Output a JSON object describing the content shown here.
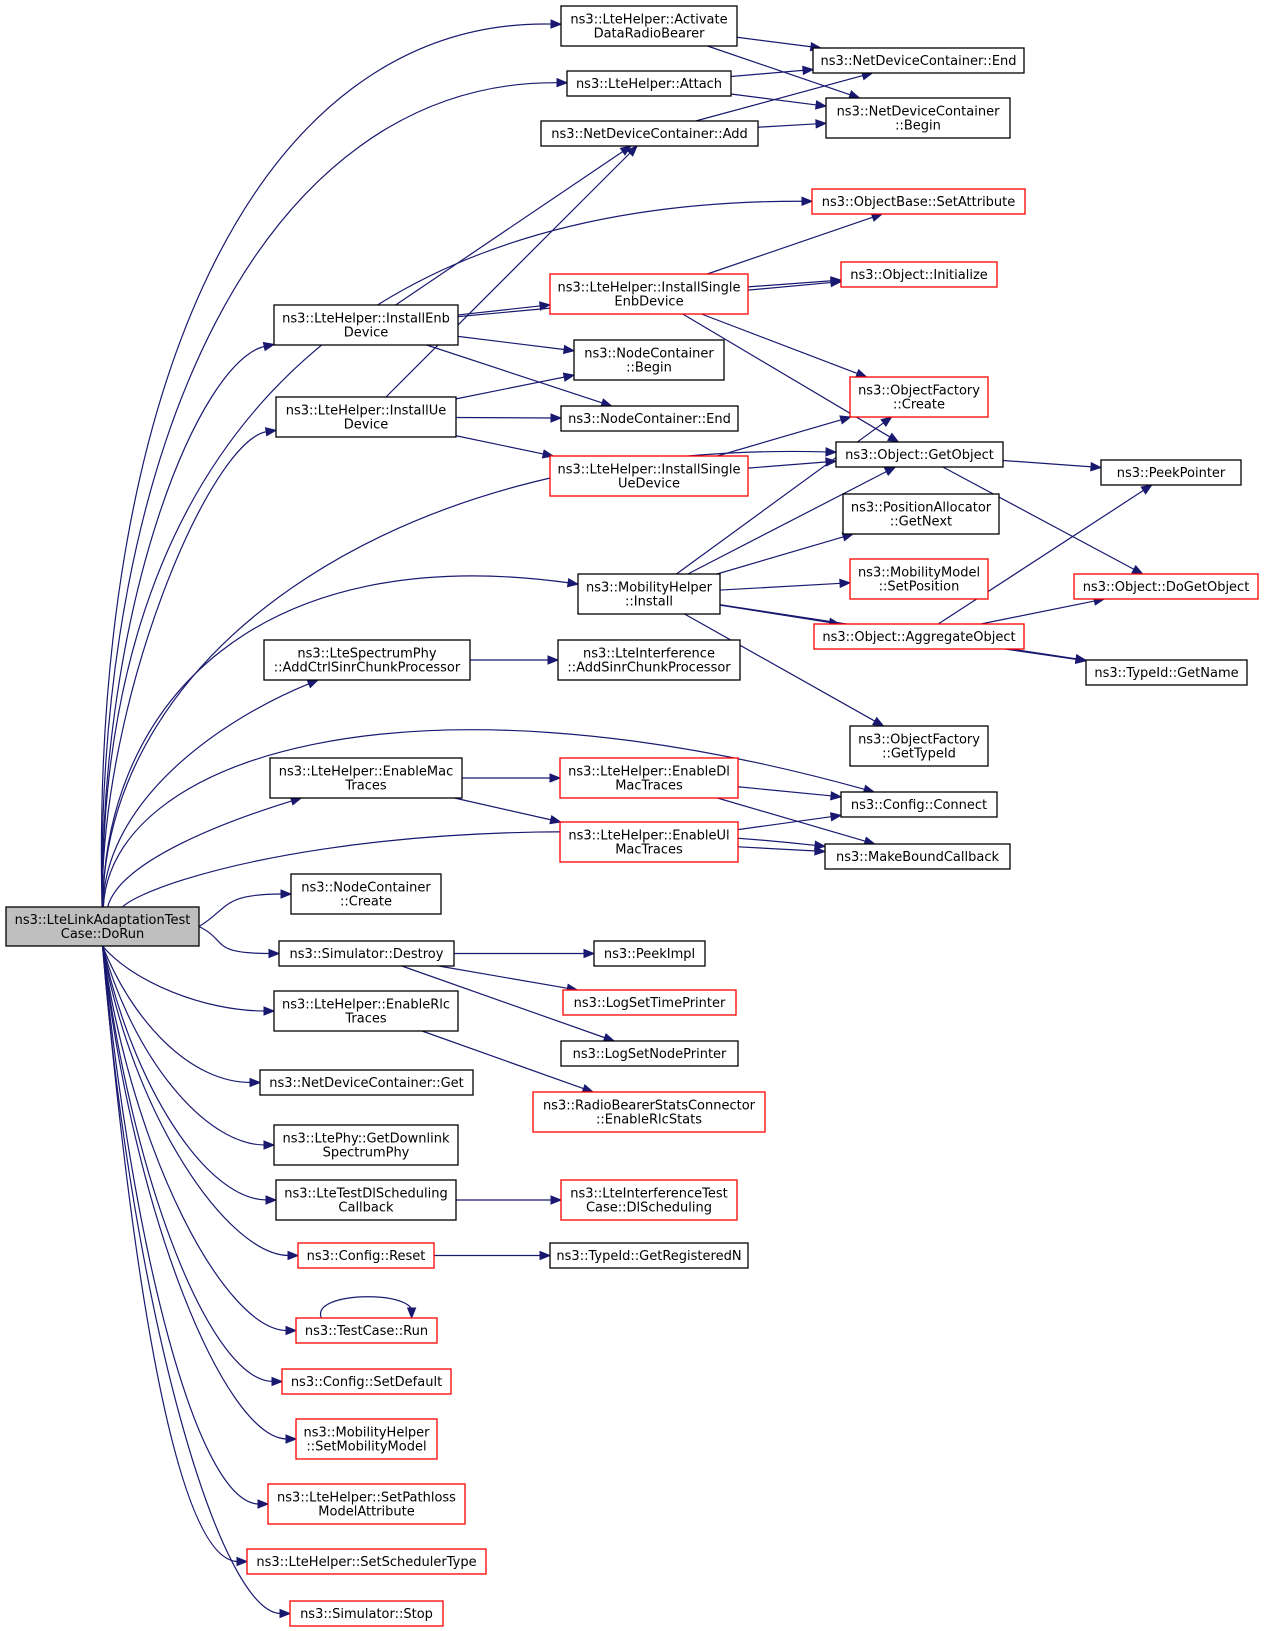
{
  "colors": {
    "edge": "#191970",
    "border_normal": "#000000",
    "border_truncated": "#ff0000",
    "root_fill": "#bfbfbf"
  },
  "nodes": {
    "root": {
      "lines": [
        "ns3::LteLinkAdaptationTest",
        "Case::DoRun"
      ],
      "style": "root"
    },
    "activate": {
      "lines": [
        "ns3::LteHelper::Activate",
        "DataRadioBearer"
      ],
      "style": "normal"
    },
    "attach": {
      "lines": [
        "ns3::LteHelper::Attach"
      ],
      "style": "normal"
    },
    "ndcAdd": {
      "lines": [
        "ns3::NetDeviceContainer::Add"
      ],
      "style": "normal"
    },
    "ndcEnd": {
      "lines": [
        "ns3::NetDeviceContainer::End"
      ],
      "style": "normal"
    },
    "ndcBegin": {
      "lines": [
        "ns3::NetDeviceContainer",
        "::Begin"
      ],
      "style": "normal"
    },
    "setAttr": {
      "lines": [
        "ns3::ObjectBase::SetAttribute"
      ],
      "style": "truncated"
    },
    "initialize": {
      "lines": [
        "ns3::Object::Initialize"
      ],
      "style": "truncated"
    },
    "installEnb": {
      "lines": [
        "ns3::LteHelper::InstallEnb",
        "Device"
      ],
      "style": "normal"
    },
    "installSingleEnb": {
      "lines": [
        "ns3::LteHelper::InstallSingle",
        "EnbDevice"
      ],
      "style": "truncated"
    },
    "ncBegin": {
      "lines": [
        "ns3::NodeContainer",
        "::Begin"
      ],
      "style": "normal"
    },
    "ofCreate": {
      "lines": [
        "ns3::ObjectFactory",
        "::Create"
      ],
      "style": "truncated"
    },
    "installUe": {
      "lines": [
        "ns3::LteHelper::InstallUe",
        "Device"
      ],
      "style": "normal"
    },
    "ncEnd": {
      "lines": [
        "ns3::NodeContainer::End"
      ],
      "style": "normal"
    },
    "getObject": {
      "lines": [
        "ns3::Object::GetObject"
      ],
      "style": "normal"
    },
    "peekPointer": {
      "lines": [
        "ns3::PeekPointer"
      ],
      "style": "normal"
    },
    "installSingleUe": {
      "lines": [
        "ns3::LteHelper::InstallSingle",
        "UeDevice"
      ],
      "style": "truncated"
    },
    "posGetNext": {
      "lines": [
        "ns3::PositionAllocator",
        "::GetNext"
      ],
      "style": "normal"
    },
    "mobInstall": {
      "lines": [
        "ns3::MobilityHelper",
        "::Install"
      ],
      "style": "normal"
    },
    "mmSetPos": {
      "lines": [
        "ns3::MobilityModel",
        "::SetPosition"
      ],
      "style": "truncated"
    },
    "doGetObject": {
      "lines": [
        "ns3::Object::DoGetObject"
      ],
      "style": "truncated"
    },
    "aggregate": {
      "lines": [
        "ns3::Object::AggregateObject"
      ],
      "style": "truncated"
    },
    "addCtrl": {
      "lines": [
        "ns3::LteSpectrumPhy",
        "::AddCtrlSinrChunkProcessor"
      ],
      "style": "normal"
    },
    "addSinr": {
      "lines": [
        "ns3::LteInterference",
        "::AddSinrChunkProcessor"
      ],
      "style": "normal"
    },
    "getName": {
      "lines": [
        "ns3::TypeId::GetName"
      ],
      "style": "normal"
    },
    "ofGetTypeId": {
      "lines": [
        "ns3::ObjectFactory",
        "::GetTypeId"
      ],
      "style": "normal"
    },
    "enableMac": {
      "lines": [
        "ns3::LteHelper::EnableMac",
        "Traces"
      ],
      "style": "normal"
    },
    "enableDlMac": {
      "lines": [
        "ns3::LteHelper::EnableDl",
        "MacTraces"
      ],
      "style": "truncated"
    },
    "connect": {
      "lines": [
        "ns3::Config::Connect"
      ],
      "style": "normal"
    },
    "enableUlMac": {
      "lines": [
        "ns3::LteHelper::EnableUl",
        "MacTraces"
      ],
      "style": "truncated"
    },
    "makeBound": {
      "lines": [
        "ns3::MakeBoundCallback"
      ],
      "style": "normal"
    },
    "ncCreate": {
      "lines": [
        "ns3::NodeContainer",
        "::Create"
      ],
      "style": "normal"
    },
    "simDestroy": {
      "lines": [
        "ns3::Simulator::Destroy"
      ],
      "style": "normal"
    },
    "peekImpl": {
      "lines": [
        "ns3::PeekImpl"
      ],
      "style": "normal"
    },
    "logTime": {
      "lines": [
        "ns3::LogSetTimePrinter"
      ],
      "style": "truncated"
    },
    "enableRlc": {
      "lines": [
        "ns3::LteHelper::EnableRlc",
        "Traces"
      ],
      "style": "normal"
    },
    "logNode": {
      "lines": [
        "ns3::LogSetNodePrinter"
      ],
      "style": "normal"
    },
    "ndcGet": {
      "lines": [
        "ns3::NetDeviceContainer::Get"
      ],
      "style": "normal"
    },
    "rbStats": {
      "lines": [
        "ns3::RadioBearerStatsConnector",
        "::EnableRlcStats"
      ],
      "style": "truncated"
    },
    "phyGetDl": {
      "lines": [
        "ns3::LtePhy::GetDownlink",
        "SpectrumPhy"
      ],
      "style": "normal"
    },
    "dlSchedCb": {
      "lines": [
        "ns3::LteTestDlScheduling",
        "Callback"
      ],
      "style": "normal"
    },
    "interfTest": {
      "lines": [
        "ns3::LteInterferenceTest",
        "Case::DlScheduling"
      ],
      "style": "truncated"
    },
    "cfgReset": {
      "lines": [
        "ns3::Config::Reset"
      ],
      "style": "truncated"
    },
    "regN": {
      "lines": [
        "ns3::TypeId::GetRegisteredN"
      ],
      "style": "normal"
    },
    "tcRun": {
      "lines": [
        "ns3::TestCase::Run"
      ],
      "style": "truncated"
    },
    "cfgSetDefault": {
      "lines": [
        "ns3::Config::SetDefault"
      ],
      "style": "truncated"
    },
    "setMobModel": {
      "lines": [
        "ns3::MobilityHelper",
        "::SetMobilityModel"
      ],
      "style": "truncated"
    },
    "setPathloss": {
      "lines": [
        "ns3::LteHelper::SetPathloss",
        "ModelAttribute"
      ],
      "style": "truncated"
    },
    "setSched": {
      "lines": [
        "ns3::LteHelper::SetSchedulerType"
      ],
      "style": "truncated"
    },
    "simStop": {
      "lines": [
        "ns3::Simulator::Stop"
      ],
      "style": "truncated"
    }
  },
  "edges": [
    [
      "root",
      "activate"
    ],
    [
      "root",
      "attach"
    ],
    [
      "root",
      "setAttr"
    ],
    [
      "root",
      "installEnb"
    ],
    [
      "root",
      "installUe"
    ],
    [
      "root",
      "getObject"
    ],
    [
      "root",
      "mobInstall"
    ],
    [
      "root",
      "addCtrl"
    ],
    [
      "root",
      "connect"
    ],
    [
      "root",
      "enableMac"
    ],
    [
      "root",
      "makeBound"
    ],
    [
      "root",
      "ncCreate"
    ],
    [
      "root",
      "simDestroy"
    ],
    [
      "root",
      "enableRlc"
    ],
    [
      "root",
      "ndcGet"
    ],
    [
      "root",
      "phyGetDl"
    ],
    [
      "root",
      "dlSchedCb"
    ],
    [
      "root",
      "cfgReset"
    ],
    [
      "root",
      "tcRun"
    ],
    [
      "root",
      "cfgSetDefault"
    ],
    [
      "root",
      "setMobModel"
    ],
    [
      "root",
      "setPathloss"
    ],
    [
      "root",
      "setSched"
    ],
    [
      "root",
      "simStop"
    ],
    [
      "activate",
      "ndcEnd"
    ],
    [
      "activate",
      "ndcBegin"
    ],
    [
      "attach",
      "ndcEnd"
    ],
    [
      "attach",
      "ndcBegin"
    ],
    [
      "ndcAdd",
      "ndcEnd"
    ],
    [
      "ndcAdd",
      "ndcBegin"
    ],
    [
      "installEnb",
      "ndcAdd"
    ],
    [
      "installEnb",
      "initialize"
    ],
    [
      "installEnb",
      "installSingleEnb"
    ],
    [
      "installEnb",
      "ncBegin"
    ],
    [
      "installEnb",
      "ncEnd"
    ],
    [
      "installSingleEnb",
      "setAttr"
    ],
    [
      "installSingleEnb",
      "initialize"
    ],
    [
      "installSingleEnb",
      "ofCreate"
    ],
    [
      "installSingleEnb",
      "getObject"
    ],
    [
      "installUe",
      "ndcAdd"
    ],
    [
      "installUe",
      "ncBegin"
    ],
    [
      "installUe",
      "ncEnd"
    ],
    [
      "installUe",
      "installSingleUe"
    ],
    [
      "installSingleUe",
      "ofCreate"
    ],
    [
      "installSingleUe",
      "getObject"
    ],
    [
      "getObject",
      "peekPointer"
    ],
    [
      "getObject",
      "doGetObject"
    ],
    [
      "mobInstall",
      "ofCreate"
    ],
    [
      "mobInstall",
      "getObject"
    ],
    [
      "mobInstall",
      "posGetNext"
    ],
    [
      "mobInstall",
      "mmSetPos"
    ],
    [
      "mobInstall",
      "aggregate"
    ],
    [
      "mobInstall",
      "getName"
    ],
    [
      "mobInstall",
      "ofGetTypeId"
    ],
    [
      "aggregate",
      "peekPointer"
    ],
    [
      "aggregate",
      "doGetObject"
    ],
    [
      "aggregate",
      "getName"
    ],
    [
      "addCtrl",
      "addSinr"
    ],
    [
      "enableMac",
      "enableDlMac"
    ],
    [
      "enableMac",
      "enableUlMac"
    ],
    [
      "enableDlMac",
      "connect"
    ],
    [
      "enableDlMac",
      "makeBound"
    ],
    [
      "enableUlMac",
      "connect"
    ],
    [
      "enableUlMac",
      "makeBound"
    ],
    [
      "simDestroy",
      "peekImpl"
    ],
    [
      "simDestroy",
      "logTime"
    ],
    [
      "simDestroy",
      "logNode"
    ],
    [
      "enableRlc",
      "rbStats"
    ],
    [
      "dlSchedCb",
      "interfTest"
    ],
    [
      "cfgReset",
      "regN"
    ],
    [
      "tcRun",
      "tcRun"
    ]
  ]
}
